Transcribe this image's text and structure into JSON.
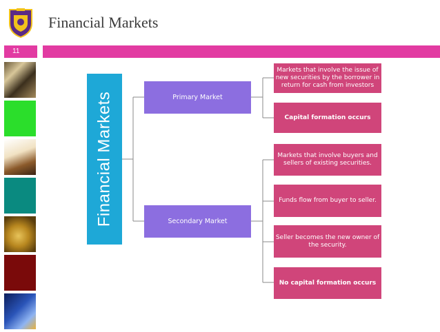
{
  "header": {
    "title": "Financial Markets",
    "page_number": "11"
  },
  "diagram": {
    "root": "Financial Markets",
    "primary": {
      "label": "Primary Market",
      "children": [
        "Markets that involve the issue of new securities by the borrower in return for cash from investors",
        "Capital formation occurs"
      ]
    },
    "secondary": {
      "label": "Secondary Market",
      "children": [
        "Markets that involve buyers and sellers of existing securities.",
        "Funds flow from buyer to seller.",
        "Seller becomes the new owner of the security.",
        "No capital formation occurs"
      ]
    }
  },
  "colors": {
    "accent_pink": "#e23ba2",
    "root_blue": "#1ea8d7",
    "level1_purple": "#8c6ee0",
    "level2_pink": "#d0457a"
  },
  "icons": [
    "university-crest-icon"
  ]
}
